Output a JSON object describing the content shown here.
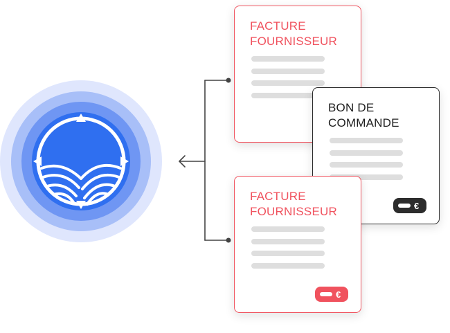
{
  "colors": {
    "accent_red": "#f0525e",
    "dark": "#2c2c2c",
    "logo_blue": "#2f6ff0",
    "logo_ring": "#c9d6fb",
    "line_gray": "#dedede"
  },
  "logo": {
    "icon": "compass-fields-icon"
  },
  "connector": {
    "arrow_icon": "arrow-left-icon"
  },
  "documents": {
    "invoice_top": {
      "title_line1": "FACTURE",
      "title_line2": "FOURNISSEUR"
    },
    "purchase_order": {
      "title_line1": "BON DE",
      "title_line2": "COMMANDE",
      "currency_symbol": "€"
    },
    "invoice_bottom": {
      "title_line1": "FACTURE",
      "title_line2": "FOURNISSEUR",
      "currency_symbol": "€"
    }
  }
}
